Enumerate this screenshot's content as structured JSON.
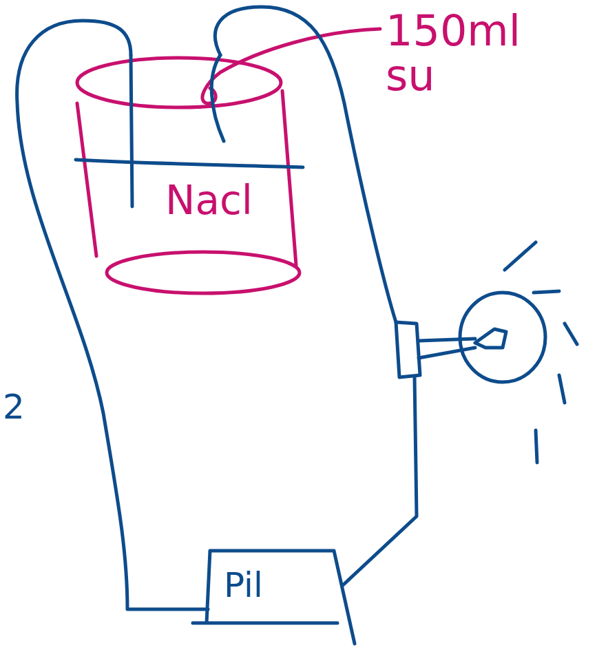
{
  "diagram": {
    "nodes": [
      {
        "text": [
          "Nacl"
        ]
      },
      {
        "text": [
          "Pil"
        ]
      }
    ],
    "edges": [
      {
        "from": 0,
        "to": 1,
        "arrow": "none"
      },
      {
        "from": 0,
        "to": 1,
        "arrow": "none"
      }
    ],
    "labels": [
      "150ml su",
      "2"
    ]
  }
}
